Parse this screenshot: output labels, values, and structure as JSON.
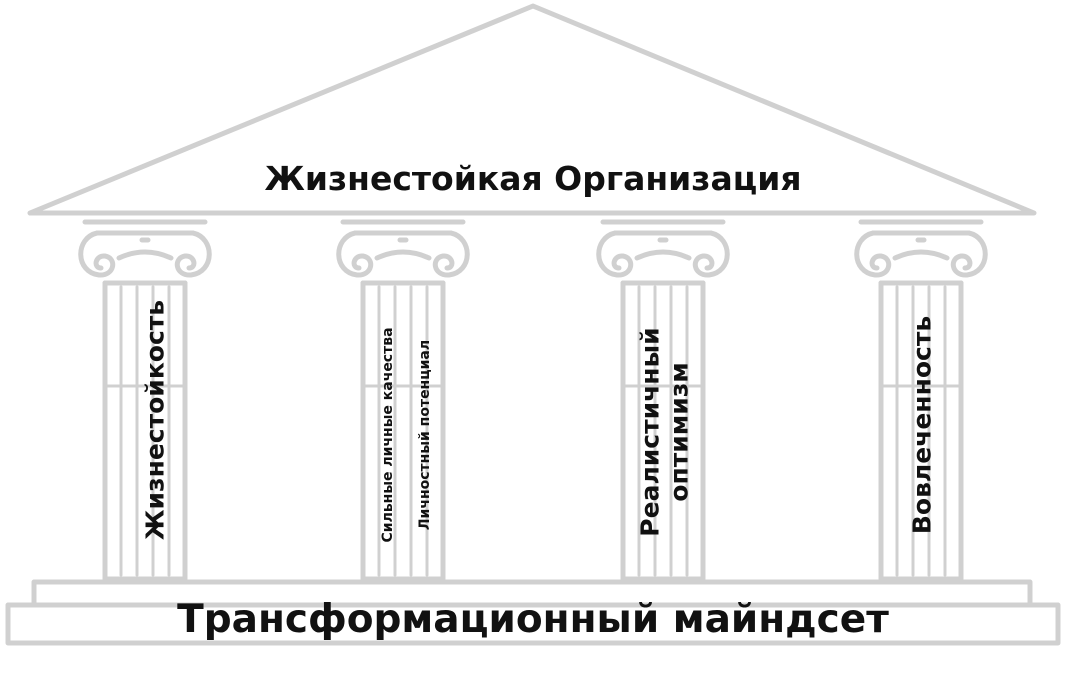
{
  "diagram": {
    "roof_title": "Жизнестойкая Организация",
    "base_title": "Трансформационный майндсет",
    "pillars": [
      {
        "lines": [
          "Жизнестойкость"
        ]
      },
      {
        "lines": [
          "Сильные личные качества",
          "Личностный потенциал"
        ]
      },
      {
        "lines": [
          "Реалистичный",
          "оптимизм"
        ]
      },
      {
        "lines": [
          "Вовлеченность"
        ]
      }
    ]
  },
  "colors": {
    "outline": "#d0d0d0",
    "text": "#111111",
    "background": "#ffffff"
  }
}
